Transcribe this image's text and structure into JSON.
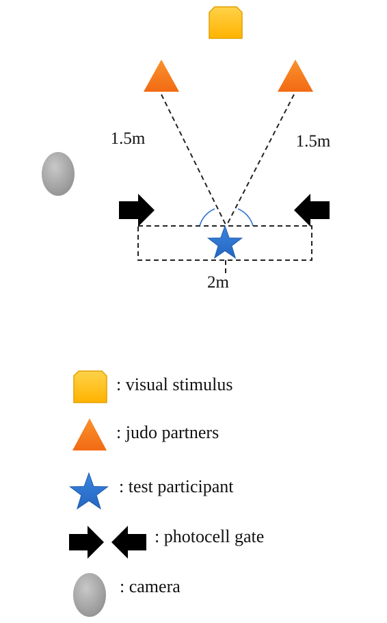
{
  "diagram": {
    "distances": {
      "left_partner": "1.5m",
      "right_partner": "1.5m",
      "gate_width": "2m"
    },
    "legend": [
      {
        "symbol": "visual-stimulus-icon",
        "label": ": visual stimulus"
      },
      {
        "symbol": "judo-partner-icon",
        "label": ": judo partners"
      },
      {
        "symbol": "test-participant-icon",
        "label": ": test participant"
      },
      {
        "symbol": "photocell-gate-icon",
        "label": ": photocell gate"
      },
      {
        "symbol": "camera-icon",
        "label": ": camera"
      }
    ],
    "colors": {
      "visual_stimulus": "#FFC000",
      "judo_partner": "#F4791F",
      "test_participant": "#2E75D0",
      "photocell_gate": "#000000",
      "camera": "#A6A6A6"
    }
  }
}
